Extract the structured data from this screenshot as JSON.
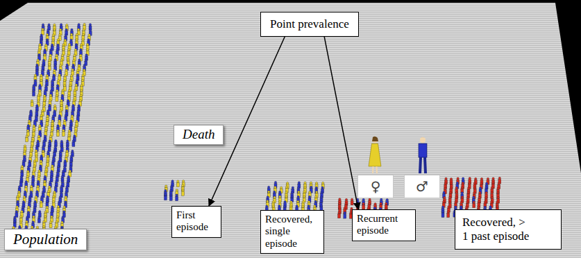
{
  "diagram": {
    "nodes": [
      {
        "text": [
          "Point prevalence"
        ]
      },
      {
        "text": [
          "Death"
        ]
      },
      {
        "text": [
          "♀"
        ]
      },
      {
        "text": [
          "♂"
        ]
      },
      {
        "text": [
          "Population"
        ]
      },
      {
        "text": [
          "First episode"
        ]
      },
      {
        "text": [
          "Recovered, single episode"
        ]
      },
      {
        "text": [
          "Recurrent episode"
        ]
      },
      {
        "text": [
          "Recovered, > 1 past episode"
        ]
      }
    ],
    "edges": [
      {
        "from": 0,
        "to": 5,
        "arrow": "to"
      },
      {
        "from": 0,
        "to": 7,
        "arrow": "to"
      }
    ]
  }
}
